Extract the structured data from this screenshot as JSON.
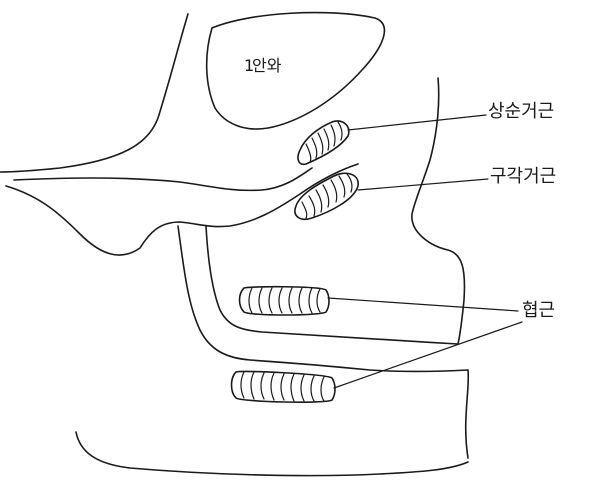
{
  "labels": {
    "orbit": "안와",
    "orbit_number": "1",
    "levator_labii_superioris": "상순거근",
    "levator_anguli_oris": "구각거근",
    "buccinator": "협근"
  }
}
